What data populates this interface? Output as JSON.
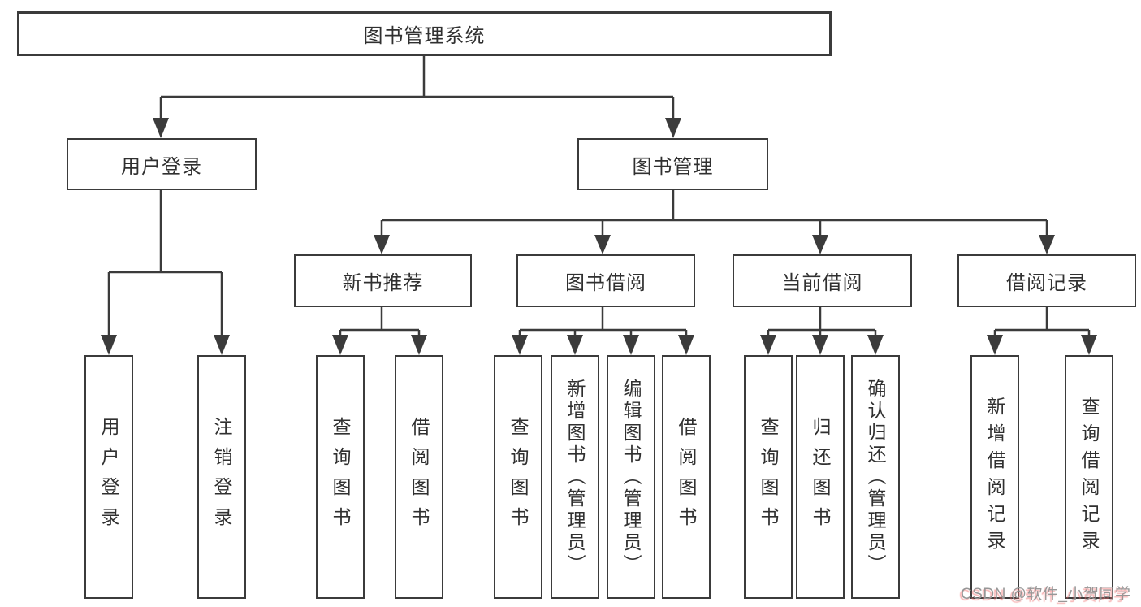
{
  "diagram": {
    "title": "图书管理系统",
    "tree": {
      "root": "图书管理系统",
      "branches": [
        {
          "label": "用户登录",
          "children": [
            "用户登录",
            "注销登录"
          ]
        },
        {
          "label": "图书管理",
          "groups": [
            {
              "label": "新书推荐",
              "children": [
                "查询图书",
                "借阅图书"
              ]
            },
            {
              "label": "图书借阅",
              "children": [
                "查询图书",
                "新增图书（管理员）",
                "编辑图书（管理员）",
                "借阅图书"
              ]
            },
            {
              "label": "当前借阅",
              "children": [
                "查询图书",
                "归还图书",
                "确认归还（管理员）"
              ]
            },
            {
              "label": "借阅记录",
              "children": [
                "新增借阅记录",
                "查询借阅记录"
              ]
            }
          ]
        }
      ]
    },
    "colors": {
      "line": "#3b3b3b",
      "box_border": "#3b3b3b",
      "box_fill": "#ffffff",
      "text": "#303030",
      "background": "#ffffff",
      "watermark_text": "#979797",
      "watermark_shadow": "#f06e6e"
    },
    "watermark": "CSDN @软件_小贺同学"
  }
}
